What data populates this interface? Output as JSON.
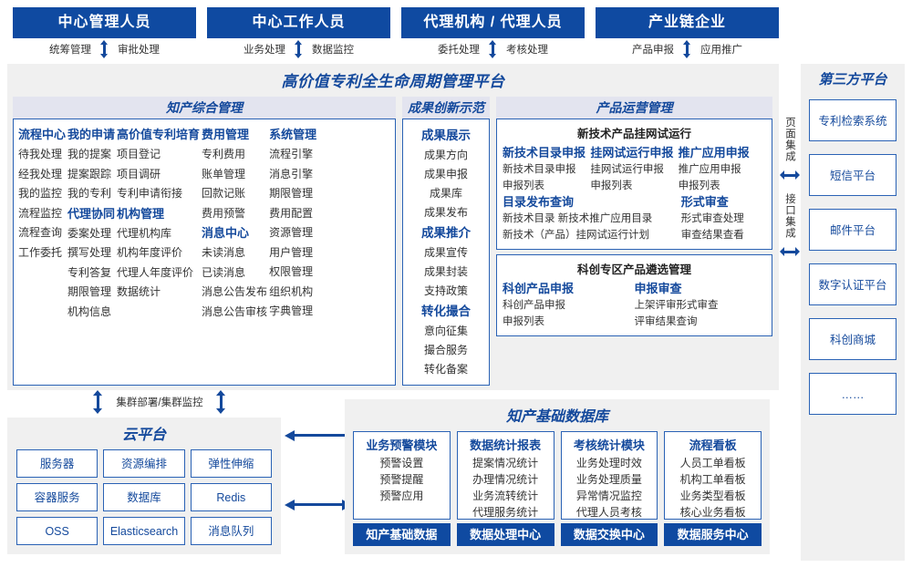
{
  "roles": [
    {
      "title": "中心管理人员",
      "left": "统筹管理",
      "right": "审批处理"
    },
    {
      "title": "中心工作人员",
      "left": "业务处理",
      "right": "数据监控"
    },
    {
      "title": "代理机构 / 代理人员",
      "left": "委托处理",
      "right": "考核处理"
    },
    {
      "title": "产业链企业",
      "left": "产品申报",
      "right": "应用推广"
    }
  ],
  "platform": {
    "title": "高价值专利全生命周期管理平台",
    "sections": {
      "zhichan": {
        "header": "知产综合管理",
        "columns": [
          {
            "groups": [
              {
                "head": "流程中心",
                "items": [
                  "待我处理",
                  "经我处理",
                  "我的监控",
                  "流程监控",
                  "流程查询",
                  "工作委托"
                ]
              }
            ]
          },
          {
            "groups": [
              {
                "head": "我的申请",
                "items": [
                  "我的提案",
                  "提案跟踪",
                  "我的专利"
                ]
              },
              {
                "head": "代理协同",
                "items": [
                  "委案处理",
                  "撰写处理",
                  "专利答复",
                  "期限管理",
                  "机构信息"
                ]
              }
            ]
          },
          {
            "groups": [
              {
                "head": "高价值专利培育",
                "items": [
                  "项目登记",
                  "项目调研",
                  "专利申请衔接"
                ]
              },
              {
                "head": "机构管理",
                "items": [
                  "代理机构库",
                  "机构年度评价",
                  "代理人年度评价",
                  "数据统计"
                ]
              }
            ]
          },
          {
            "groups": [
              {
                "head": "费用管理",
                "items": [
                  "专利费用",
                  "账单管理",
                  "回款记账",
                  "费用预警"
                ]
              },
              {
                "head": "消息中心",
                "items": [
                  "未读消息",
                  "已读消息",
                  "消息公告发布",
                  "消息公告审核"
                ]
              }
            ]
          },
          {
            "groups": [
              {
                "head": "系统管理",
                "items": [
                  "流程引擎",
                  "消息引擎",
                  "期限管理",
                  "费用配置",
                  "资源管理",
                  "用户管理",
                  "权限管理",
                  "组织机构",
                  "字典管理"
                ]
              }
            ]
          }
        ]
      },
      "chengguo": {
        "header": "成果创新示范",
        "groups": [
          {
            "head": "成果展示",
            "items": [
              "成果方向",
              "成果申报",
              "成果库",
              "成果发布"
            ]
          },
          {
            "head": "成果推介",
            "items": [
              "成果宣传",
              "成果封装",
              "支持政策"
            ]
          },
          {
            "head": "转化撮合",
            "items": [
              "意向征集",
              "撮合服务",
              "转化备案"
            ]
          }
        ]
      },
      "chanpin": {
        "header": "产品运营管理",
        "boxes": [
          {
            "title": "新技术产品挂网试运行",
            "row1": [
              {
                "head": "新技术目录申报",
                "items": [
                  "新技术目录申报",
                  "申报列表"
                ]
              },
              {
                "head": "挂网试运行申报",
                "items": [
                  "挂网试运行申报",
                  "申报列表"
                ]
              },
              {
                "head": "推广应用申报",
                "items": [
                  "推广应用申报",
                  "申报列表"
                ]
              }
            ],
            "row2": [
              {
                "head": "目录发布查询",
                "items": [
                  "新技术目录     新技术推广应用目录",
                  "新技术（产品）挂网试运行计划"
                ]
              },
              {
                "head": "形式审查",
                "items": [
                  "形式审查处理",
                  "审查结果查看"
                ]
              }
            ]
          },
          {
            "title": "科创专区产品遴选管理",
            "row1": [
              {
                "head": "科创产品申报",
                "items": [
                  "科创产品申报",
                  "申报列表"
                ]
              },
              {
                "head": "申报审查",
                "items": [
                  "上架评审形式审查",
                  "评审结果查询"
                ]
              }
            ]
          }
        ]
      }
    }
  },
  "integration": {
    "page": "页面集成",
    "api": "接口集成"
  },
  "third_party": {
    "title": "第三方平台",
    "items": [
      "专利检索系统",
      "短信平台",
      "邮件平台",
      "数字认证平台",
      "科创商城",
      "……"
    ]
  },
  "cluster": {
    "label": "集群部署/集群监控"
  },
  "cloud": {
    "title": "云平台",
    "items": [
      "服务器",
      "资源编排",
      "弹性伸缩",
      "容器服务",
      "数据库",
      "Redis",
      "OSS",
      "Elasticsearch",
      "消息队列"
    ]
  },
  "kdb": {
    "title": "知产基础数据库",
    "columns": [
      {
        "head": "业务预警模块",
        "items": [
          "预警设置",
          "预警提醒",
          "预警应用"
        ],
        "foot": "知产基础数据"
      },
      {
        "head": "数据统计报表",
        "items": [
          "提案情况统计",
          "办理情况统计",
          "业务流转统计",
          "代理服务统计"
        ],
        "foot": "数据处理中心"
      },
      {
        "head": "考核统计模块",
        "items": [
          "业务处理时效",
          "业务处理质量",
          "异常情况监控",
          "代理人员考核"
        ],
        "foot": "数据交换中心"
      },
      {
        "head": "流程看板",
        "items": [
          "人员工单看板",
          "机构工单看板",
          "业务类型看板",
          "核心业务看板"
        ],
        "foot": "数据服务中心"
      }
    ]
  },
  "colors": {
    "brand_blue": "#0f4aa1",
    "text_blue": "#14499c",
    "panel_bg": "#f0f0f0",
    "header_bg": "#e3e4ef",
    "border_blue": "#2a62b5"
  }
}
